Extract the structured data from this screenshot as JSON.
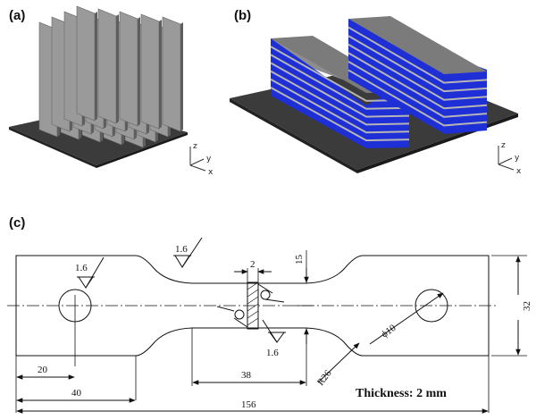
{
  "panels": {
    "a": {
      "label": "(a)"
    },
    "b": {
      "label": "(b)"
    },
    "c": {
      "label": "(c)"
    }
  },
  "axes": {
    "z": "z",
    "y": "y",
    "x": "x"
  },
  "drawing": {
    "roughness_1": "1.6",
    "roughness_2": "1.6",
    "roughness_3": "1.6",
    "weld_width": "2",
    "neck_offset": "15",
    "hole_diameter": "ϕ10",
    "overall_height": "32",
    "hole_offset": "20",
    "shoulder_length": "40",
    "gauge_length": "38",
    "fillet_radius": "R26",
    "overall_length": "156",
    "thickness_note": "Thickness: 2 mm"
  },
  "colors": {
    "fin": "#9a9a9a",
    "base": "#3b3b3b",
    "blue": "#1f2fd6"
  }
}
